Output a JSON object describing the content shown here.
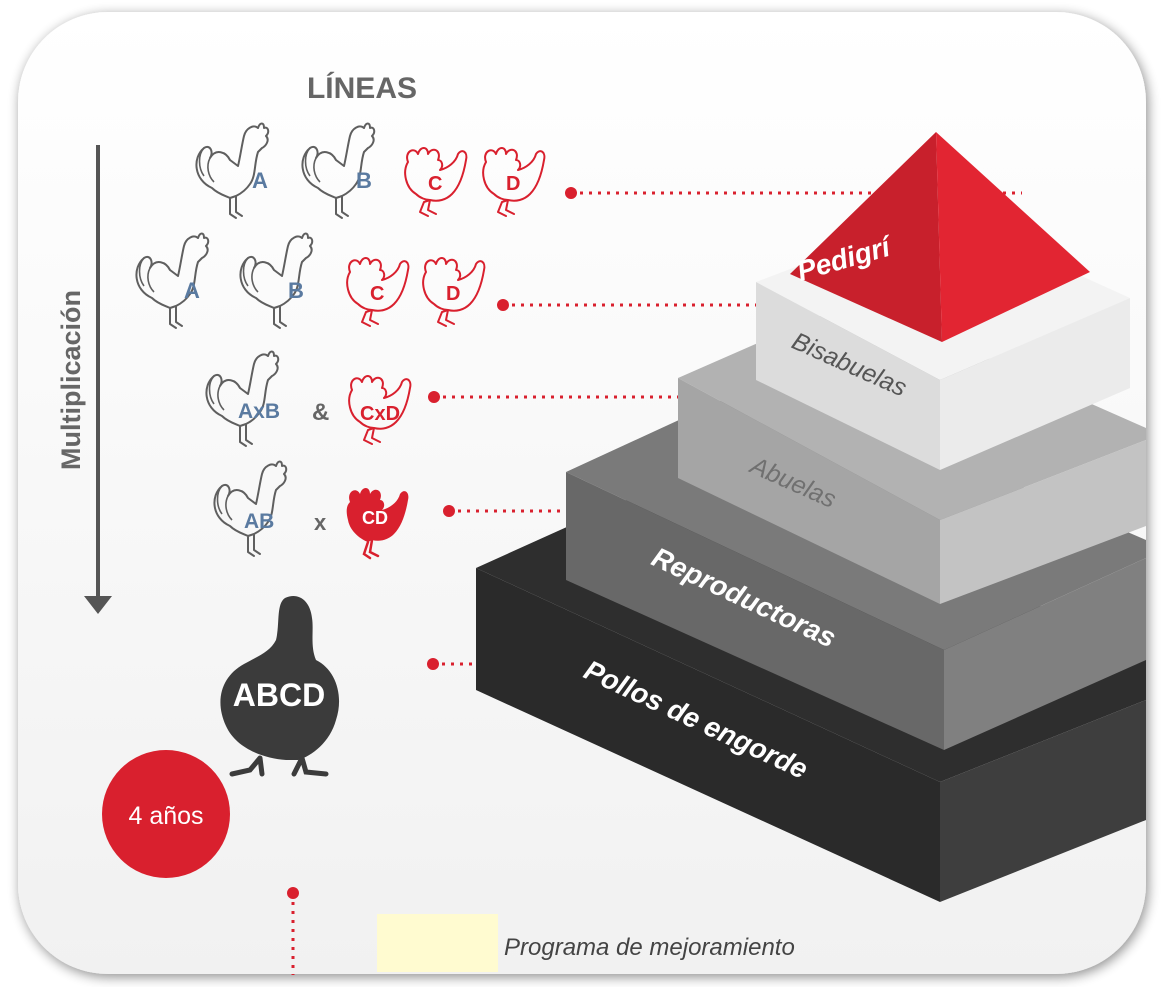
{
  "header": {
    "lines_label": "LÍNEAS"
  },
  "axis": {
    "label": "Multiplicación"
  },
  "rows": [
    {
      "birds": [
        {
          "code": "A",
          "kind": "rooster",
          "color": "gray"
        },
        {
          "code": "B",
          "kind": "rooster",
          "color": "gray"
        },
        {
          "code": "C",
          "kind": "hen",
          "color": "red"
        },
        {
          "code": "D",
          "kind": "hen",
          "color": "red"
        }
      ]
    },
    {
      "birds": [
        {
          "code": "A",
          "kind": "rooster",
          "color": "gray"
        },
        {
          "code": "B",
          "kind": "rooster",
          "color": "gray"
        },
        {
          "code": "C",
          "kind": "hen",
          "color": "red"
        },
        {
          "code": "D",
          "kind": "hen",
          "color": "red"
        }
      ]
    },
    {
      "birds": [
        {
          "code": "AxB",
          "kind": "rooster",
          "color": "gray"
        },
        {
          "code": "CxD",
          "kind": "hen",
          "color": "red"
        }
      ],
      "connector": "&"
    },
    {
      "birds": [
        {
          "code": "AB",
          "kind": "rooster",
          "color": "gray"
        },
        {
          "code": "CD",
          "kind": "hen",
          "color": "red-solid"
        }
      ],
      "connector": "x"
    }
  ],
  "final": {
    "label": "ABCD"
  },
  "duration": {
    "label": "4 años"
  },
  "pyramid": {
    "levels": [
      "Pedigrí",
      "Bisabuelas",
      "Abuelas",
      "Reproductoras",
      "Pollos de engorde"
    ]
  },
  "legend": {
    "label": "Programa de mejoramiento"
  },
  "colors": {
    "red": "#d9202e",
    "gray_outline": "#5a5a5a",
    "dark": "#3a3a3a",
    "legend_swatch": "#fffbd0"
  },
  "icons": [
    "rooster-icon",
    "hen-icon",
    "broiler-icon",
    "arrow-down-icon"
  ]
}
